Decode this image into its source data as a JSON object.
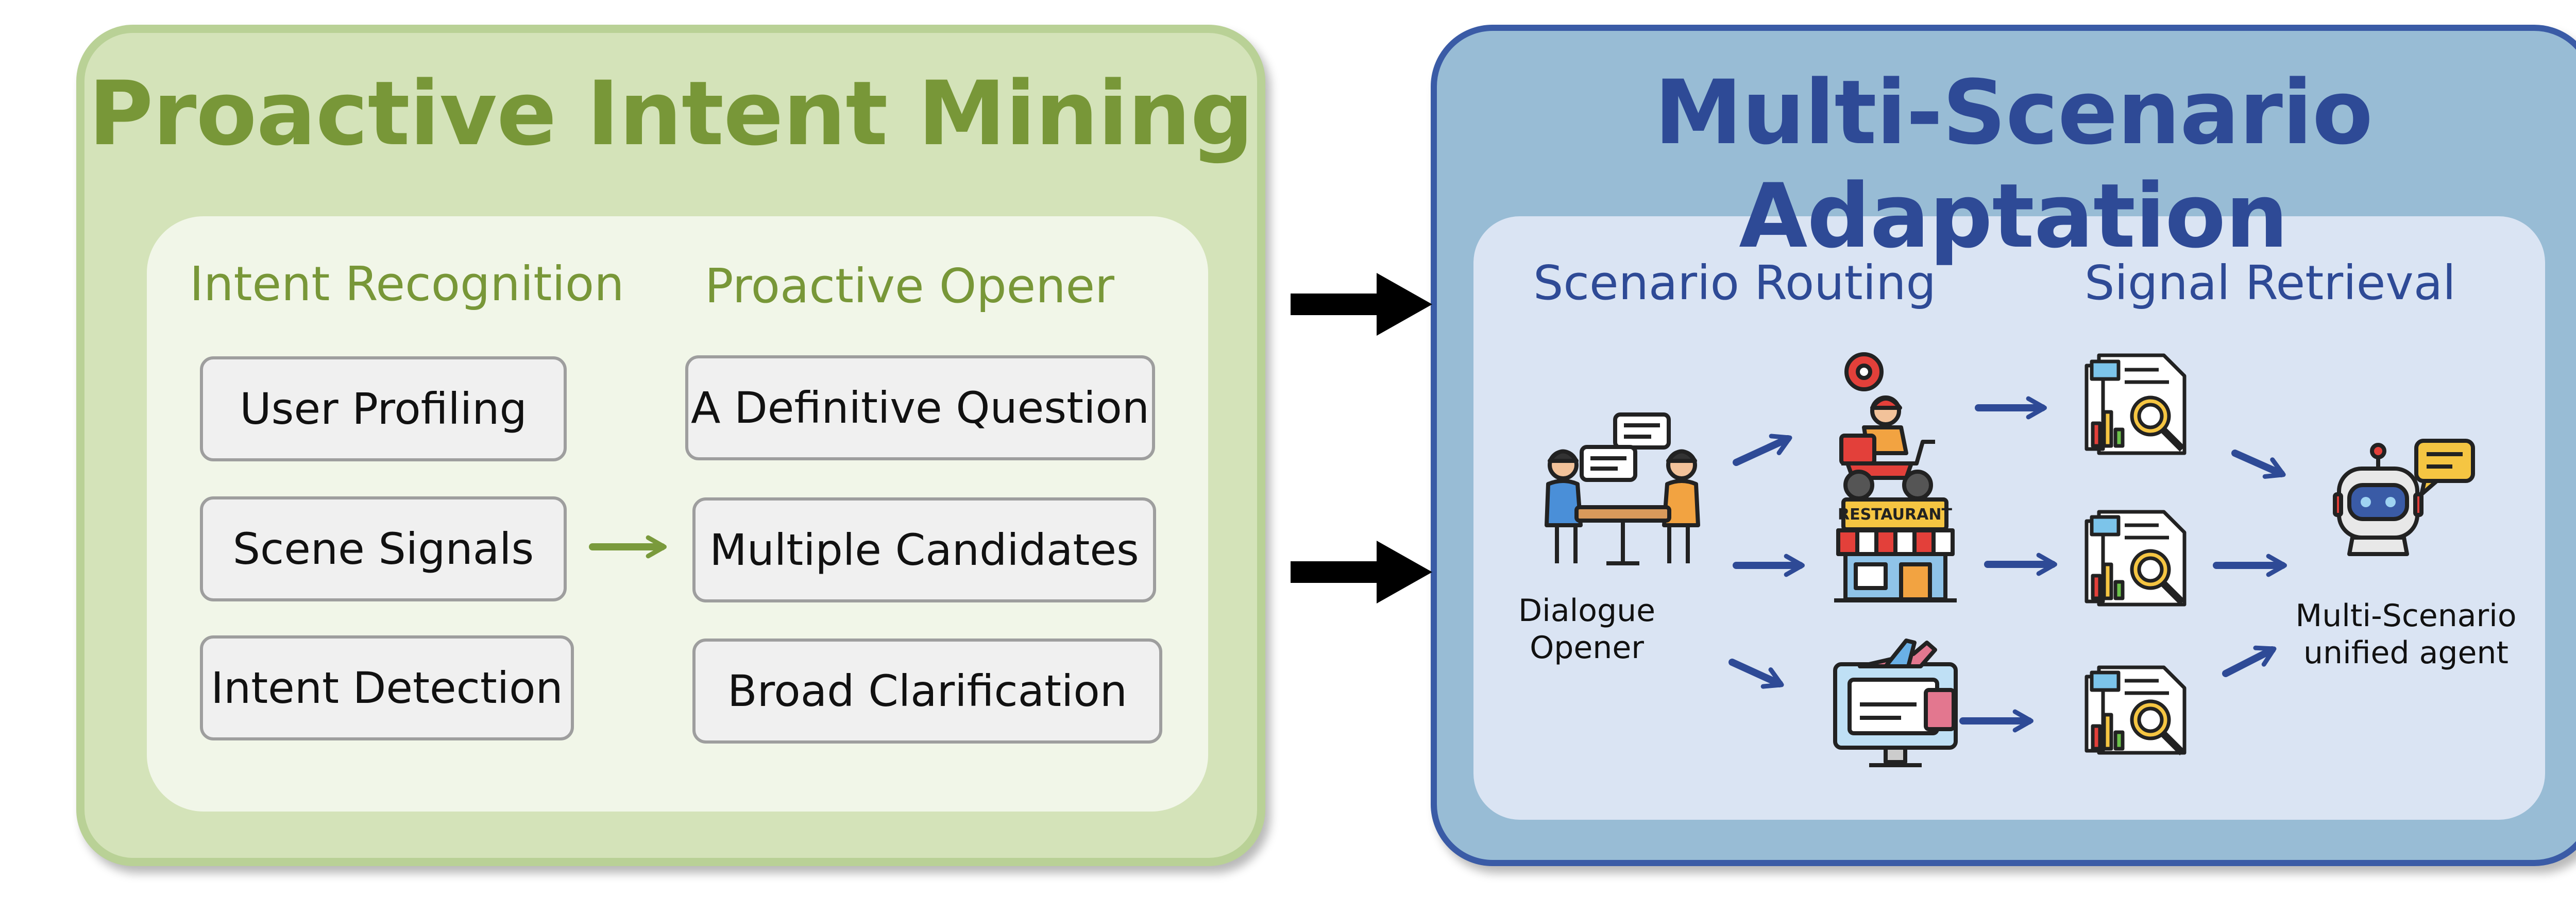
{
  "left": {
    "title": "Proactive Intent Mining",
    "col1_title": "Intent Recognition",
    "col2_title": "Proactive Opener",
    "col1_items": [
      "User Profiling",
      "Scene Signals",
      "Intent Detection"
    ],
    "col2_items": [
      "A Definitive Question",
      "Multiple Candidates",
      "Broad Clarification"
    ]
  },
  "right": {
    "title": "Multi-Scenario Adaptation",
    "col1_title": "Scenario Routing",
    "col2_title": "Signal Retrieval",
    "dialogue_caption_line1": "Dialogue",
    "dialogue_caption_line2": "Opener",
    "agent_caption_line1": "Multi-Scenario",
    "agent_caption_line2": "unified agent",
    "restaurant_sign": "RESTAURANT"
  },
  "icons": [
    "dialogue-icon",
    "delivery-scooter-icon",
    "restaurant-icon",
    "flight-booking-icon",
    "report-search-icon",
    "robot-agent-icon"
  ],
  "colors": {
    "green_title": "#789738",
    "blue_title": "#2e4a96",
    "arrow_green": "#7a9a3c",
    "arrow_blue": "#2e4a96",
    "arrow_black": "#000000"
  }
}
